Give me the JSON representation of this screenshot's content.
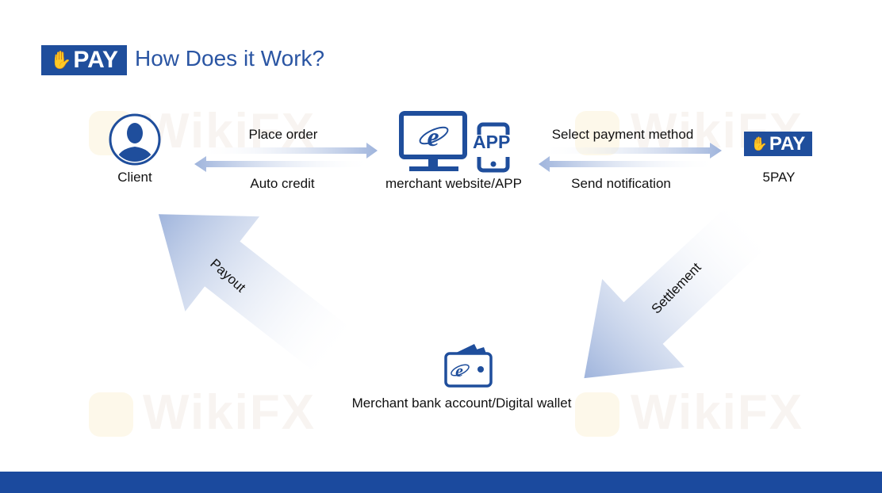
{
  "header": {
    "logo_text": "PAY",
    "title": "How Does it Work?"
  },
  "watermark": "WikiFX",
  "nodes": {
    "client": "Client",
    "merchant": "merchant website/APP",
    "merchant_app_badge": "APP",
    "provider": "5PAY",
    "provider_logo_text": "PAY",
    "wallet": "Merchant bank account/Digital wallet"
  },
  "flows": {
    "place_order": "Place order",
    "auto_credit": "Auto credit",
    "select_payment": "Select payment method",
    "send_notification": "Send notification",
    "payout": "Payout",
    "settlement": "Settlement"
  },
  "colors": {
    "brand": "#1f4e9c",
    "arrow": "#a9bde0"
  }
}
